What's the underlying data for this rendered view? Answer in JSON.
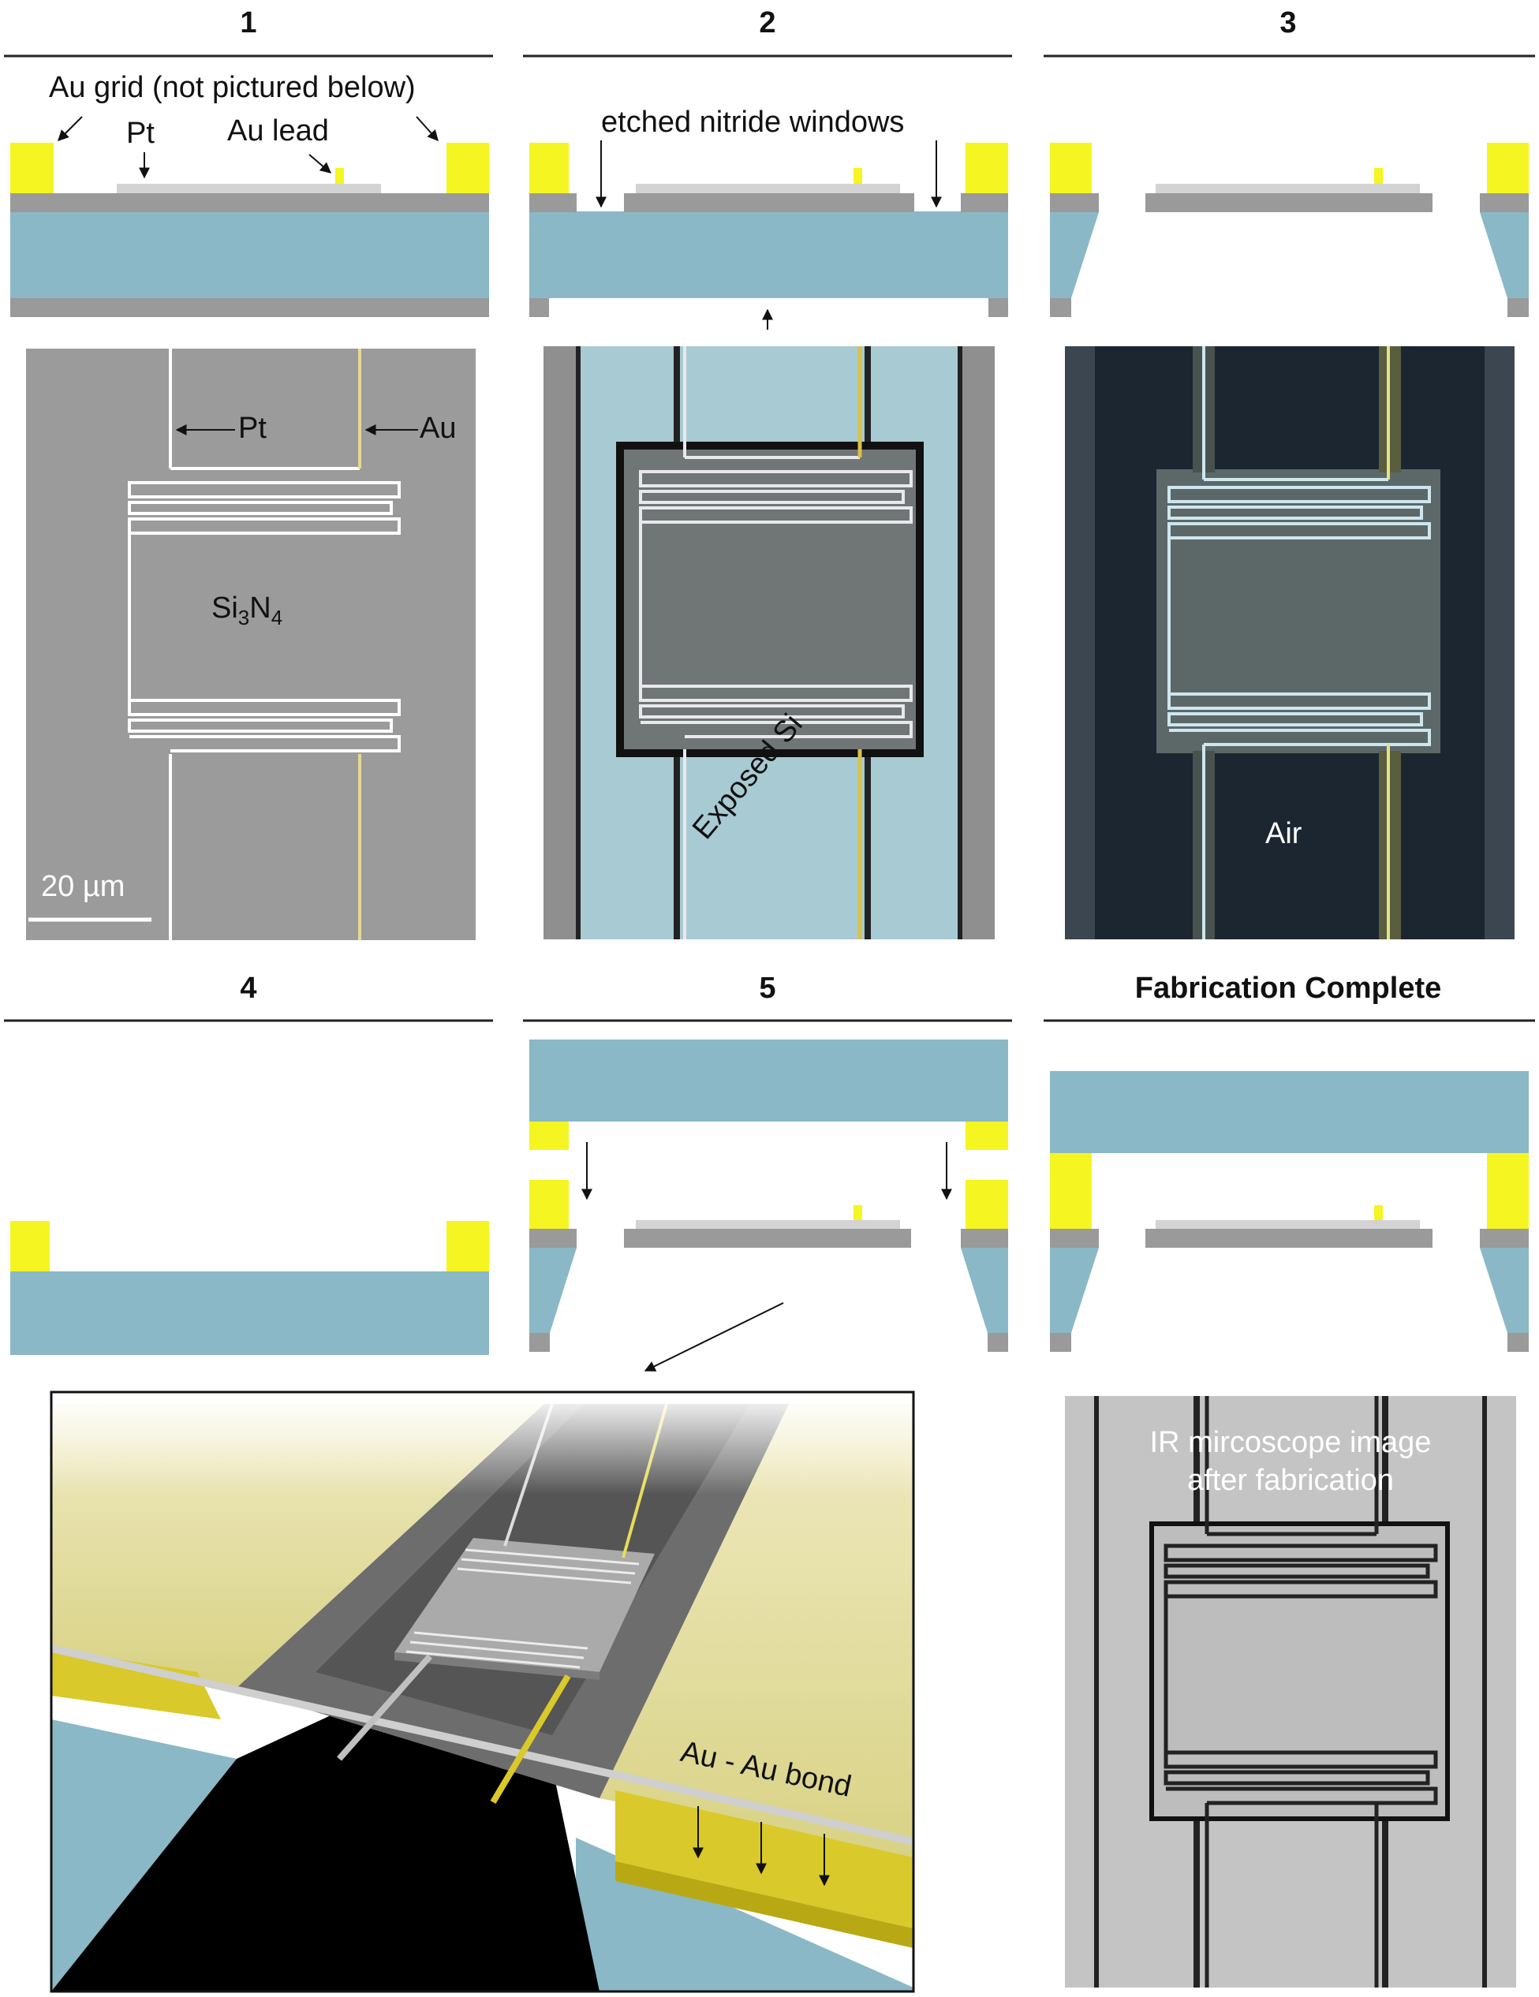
{
  "steps": {
    "s1": "1",
    "s2": "2",
    "s3": "3",
    "s4": "4",
    "s5": "5",
    "s6": "Fabrication Complete"
  },
  "labels": {
    "au_grid": "Au grid (not pictured below)",
    "pt": "Pt",
    "au_lead": "Au lead",
    "etched_windows": "etched nitride windows",
    "micro_pt": "Pt",
    "micro_au": "Au",
    "si3n4_a": "Si",
    "si3n4_sub3": "3",
    "si3n4_b": "N",
    "si3n4_sub4": "4",
    "scale_bar": "20 µm",
    "exposed_si": "Exposed Si",
    "air": "Air",
    "au_bond": "Au - Au bond",
    "ir_line1": "IR mircoscope image",
    "ir_line2": "after fabrication"
  },
  "colors": {
    "gold": "#f5f522",
    "gold_dark": "#d9c92a",
    "silicon": "#8ab8c6",
    "nitride": "#9a9a9a",
    "platinum": "#d3d3d3",
    "micro_gray": "#9b9b9b",
    "optical_blue": "#a8cad3",
    "dark_navy": "#1b2631",
    "ir_gray": "#c4c4c4"
  }
}
